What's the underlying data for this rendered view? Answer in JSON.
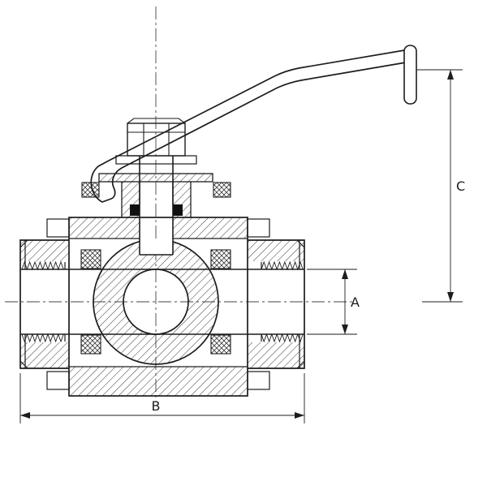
{
  "drawing": {
    "background": "#ffffff",
    "line_color": "#1d1d1d",
    "dimension_labels": {
      "a": "A",
      "b": "B",
      "c": "C"
    }
  }
}
